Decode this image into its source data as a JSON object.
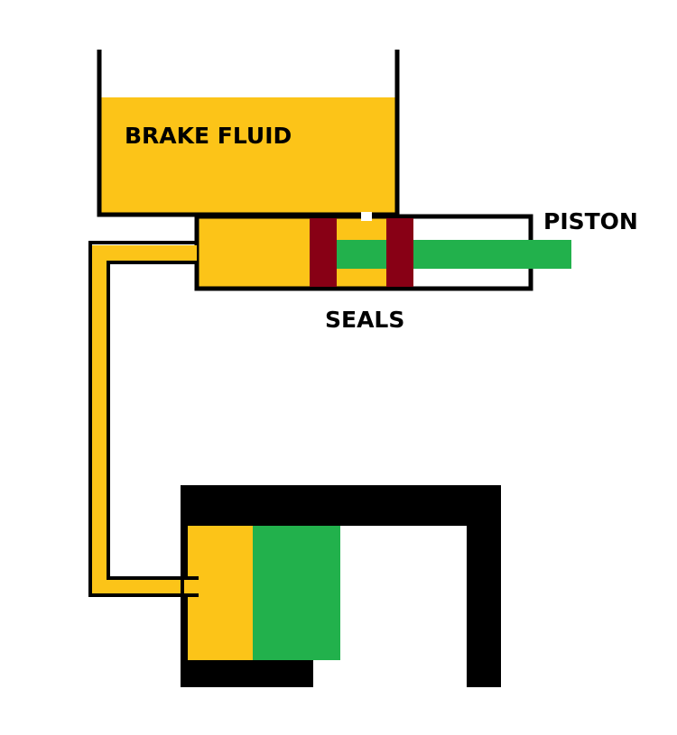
{
  "labels": {
    "brake_fluid": "BRAKE FLUID",
    "piston": "PISTON",
    "seals": "SEALS"
  },
  "colors": {
    "fluid": "#FCC418",
    "piston": "#22B14C",
    "seal": "#880015",
    "outline": "#000000",
    "background": "#FFFFFF"
  }
}
